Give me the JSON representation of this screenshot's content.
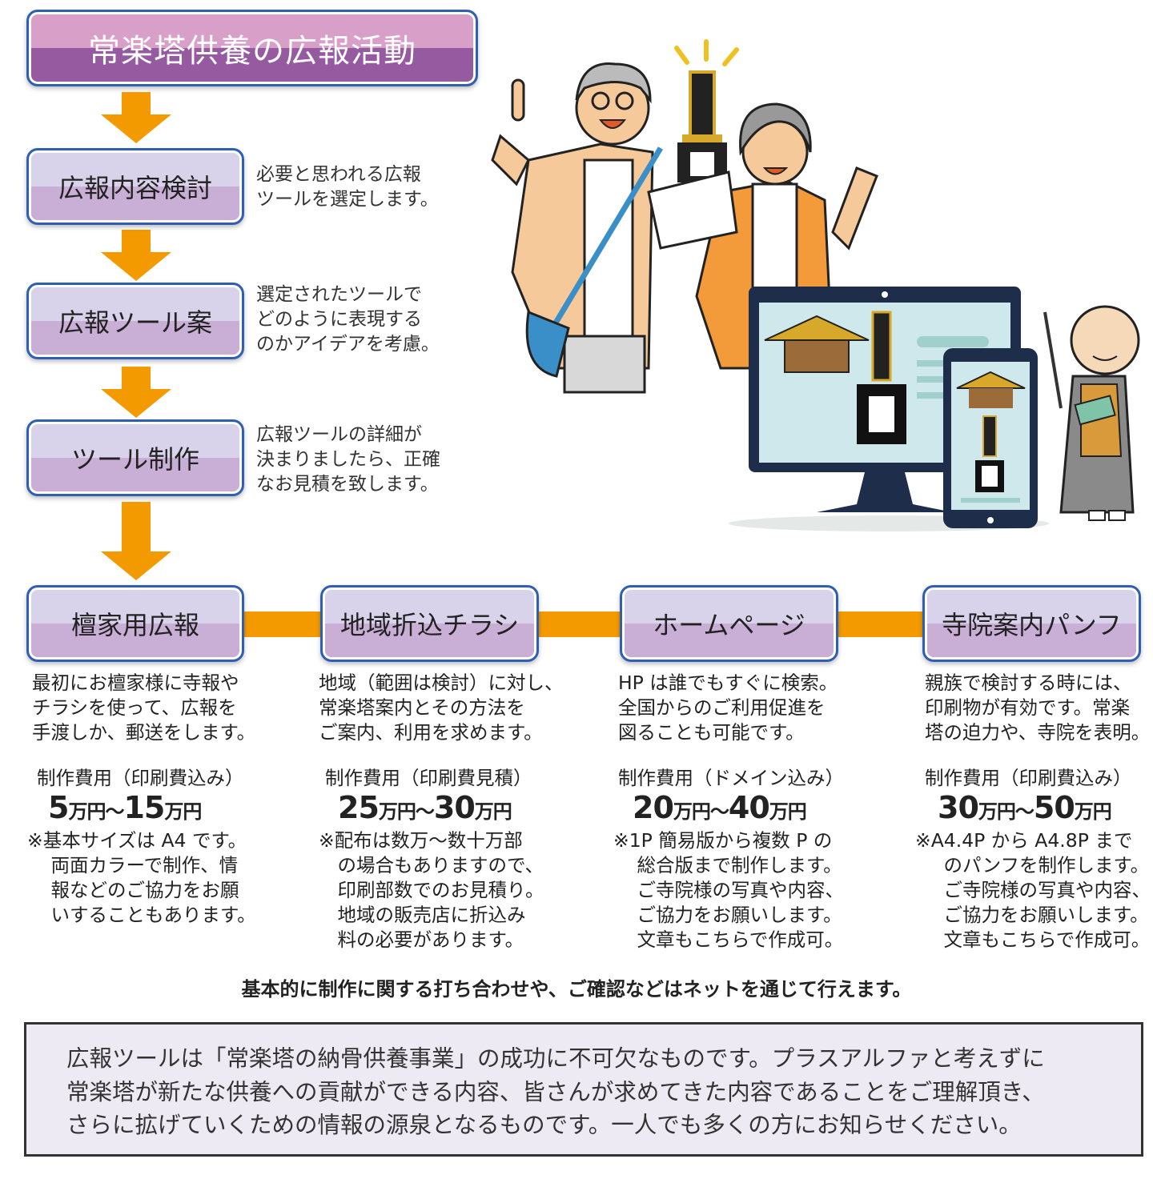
{
  "title": "常楽塔供養の広報活動",
  "steps": [
    {
      "label": "広報内容検討",
      "description": [
        "必要と思われる広報",
        "ツールを選定します。"
      ]
    },
    {
      "label": "広報ツール案",
      "description": [
        "選定されたツールで",
        "どのように表現する",
        "のかアイデアを考慮。"
      ]
    },
    {
      "label": "ツール制作",
      "description": [
        "広報ツールの詳細が",
        "決まりましたら、正確",
        "なお見積を致します。"
      ]
    }
  ],
  "tools": [
    {
      "label": "檀家用広報",
      "description": [
        "最初にお檀家様に寺報や",
        "チラシを使って、広報を",
        "手渡しか、郵送をします。"
      ],
      "cost_label": "制作費用（印刷費込み）",
      "price_from": "5",
      "price_to": "15",
      "unit": "万円",
      "tilde": "〜",
      "notes": [
        "※基本サイズは A4 です。",
        "　両面カラーで制作、情",
        "　報などのご協力をお願",
        "　いすることもあります。"
      ]
    },
    {
      "label": "地域折込チラシ",
      "description": [
        "地域（範囲は検討）に対し、",
        "常楽塔案内とその方法を",
        "ご案内、利用を求めます。"
      ],
      "cost_label": "制作費用（印刷費見積）",
      "price_from": "25",
      "price_to": "30",
      "unit": "万円",
      "tilde": "〜",
      "notes": [
        "※配布は数万〜数十万部",
        "　の場合もありますので、",
        "　印刷部数でのお見積り。",
        "　地域の販売店に折込み",
        "　料の必要があります。"
      ]
    },
    {
      "label": "ホームページ",
      "description": [
        "HP は誰でもすぐに検索。",
        "全国からのご利用促進を",
        "図ることも可能です。"
      ],
      "cost_label": "制作費用（ドメイン込み）",
      "price_from": "20",
      "price_to": "40",
      "unit": "万円",
      "tilde": "〜",
      "notes": [
        "※1P 簡易版から複数 P の",
        "　総合版まで制作します。",
        "　ご寺院様の写真や内容、",
        "　ご協力をお願いします。",
        "　文章もこちらで作成可。"
      ]
    },
    {
      "label": "寺院案内パンフ",
      "description": [
        "親族で検討する時には、",
        "印刷物が有効です。常楽",
        "塔の迫力や、寺院を表明。"
      ],
      "cost_label": "制作費用（印刷費込み）",
      "price_from": "30",
      "price_to": "50",
      "unit": "万円",
      "tilde": "〜",
      "notes": [
        "※A4.4P から A4.8P まで",
        "　のパンフを制作します。",
        "　ご寺院様の写真や内容、",
        "　ご協力をお願いします。",
        "　文章もこちらで作成可。"
      ]
    }
  ],
  "footer_note": "基本的に制作に関する打ち合わせや、ご確認などはネットを通じて行えます。",
  "message": [
    "広報ツールは「常楽塔の納骨供養事業」の成功に不可欠なものです。プラスアルファと考えずに",
    "常楽塔が新たな供養への貢献ができる内容、皆さんが求めてきた内容であることをご理解頂き、",
    "さらに拡げていくための情報の源泉となるものです。一人でも多くの方にお知らせください。"
  ],
  "colors": {
    "accent": "#f39a00",
    "border": "#2f5fb3",
    "title_top": "#d8a0c8",
    "title_bottom": "#965aa0",
    "message_bg": "#eeeaf4"
  }
}
